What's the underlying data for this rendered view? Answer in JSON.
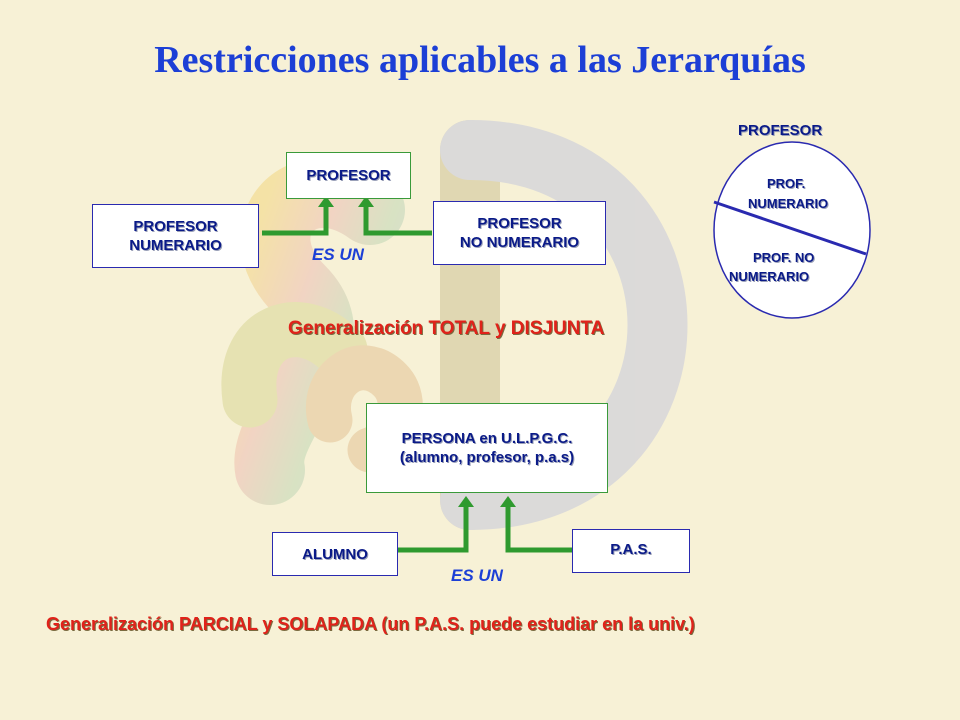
{
  "title": "Restricciones aplicables a las Jerarquías",
  "top_hierarchy": {
    "super": "PROFESOR",
    "sub_left": [
      "PROFESOR",
      "NUMERARIO"
    ],
    "sub_right": [
      "PROFESOR",
      "NO NUMERARIO"
    ],
    "relation": "ES UN",
    "caption": "Generalización TOTAL y DISJUNTA"
  },
  "venn": {
    "title": "PROFESOR",
    "region_top": [
      "PROF.",
      "NUMERARIO"
    ],
    "region_bottom": [
      "PROF. NO",
      "NUMERARIO"
    ]
  },
  "bottom_hierarchy": {
    "super": [
      "PERSONA en U.L.P.G.C.",
      "(alumno, profesor, p.a.s)"
    ],
    "sub_left": "ALUMNO",
    "sub_right": "P.A.S.",
    "relation": "ES UN",
    "caption": "Generalización PARCIAL y SOLAPADA (un P.A.S. puede estudiar en la univ.)"
  },
  "colors": {
    "title": "#1c3fd6",
    "caption": "#e0221a",
    "box_text": "#0a1a88",
    "box_border_blue": "#2a2ab0",
    "box_border_green": "#3a9a3a",
    "connector": "#2f9a2f",
    "background": "#f7f1d6"
  }
}
